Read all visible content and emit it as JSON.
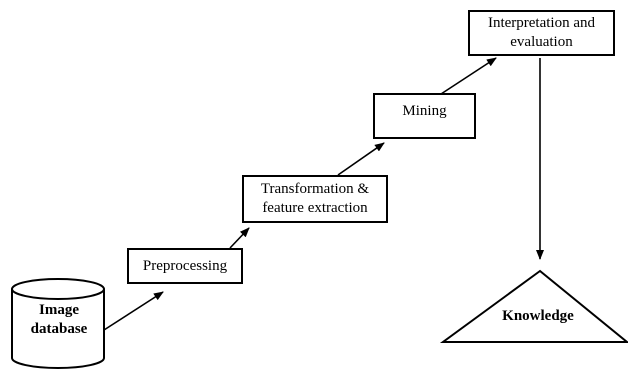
{
  "diagram": {
    "nodes": {
      "database": {
        "line1": "Image",
        "line2": "database"
      },
      "preprocessing": {
        "label": "Preprocessing"
      },
      "transformation": {
        "line1": "Transformation &",
        "line2": "feature extraction"
      },
      "mining": {
        "label": "Mining"
      },
      "interpretation": {
        "line1": "Interpretation and",
        "line2": "evaluation"
      },
      "knowledge": {
        "label": "Knowledge"
      }
    },
    "flow": [
      [
        "database",
        "preprocessing"
      ],
      [
        "preprocessing",
        "transformation"
      ],
      [
        "transformation",
        "mining"
      ],
      [
        "mining",
        "interpretation"
      ],
      [
        "interpretation",
        "knowledge"
      ]
    ],
    "colors": {
      "stroke": "#000000",
      "fill": "#ffffff"
    }
  }
}
